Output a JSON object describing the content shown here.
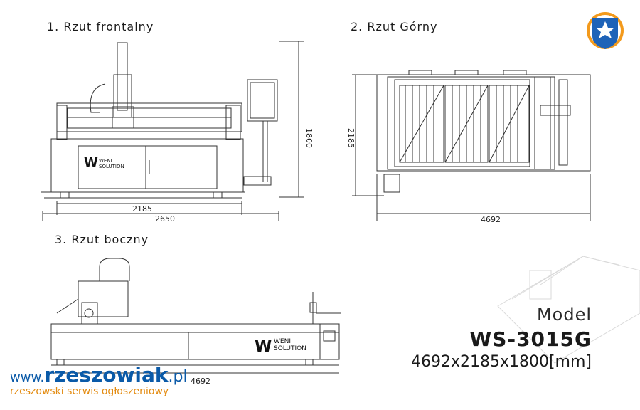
{
  "views": {
    "front": {
      "title": "1. Rzut frontalny",
      "dims": {
        "height": "1800",
        "width_inner": "2185",
        "width_outer": "2650"
      }
    },
    "top": {
      "title": "2. Rzut Górny",
      "dims": {
        "depth": "2185",
        "length": "4692"
      }
    },
    "side": {
      "title": "3. Rzut boczny",
      "dims": {
        "length": "4692"
      }
    }
  },
  "brand": {
    "line1": "WENI",
    "line2": "SOLUTION"
  },
  "model": {
    "label": "Model",
    "name": "WS-3015G",
    "size": "4692x2185x1800[mm]"
  },
  "watermark": {
    "prefix": "www.",
    "name": "rzeszowiak",
    "suffix": ".pl",
    "tagline": "rzeszowski serwis ogłoszeniowy"
  },
  "logo": {
    "icon": "cross-shield-logo-icon",
    "colors": [
      "#1e63b8",
      "#f39a1c"
    ]
  }
}
